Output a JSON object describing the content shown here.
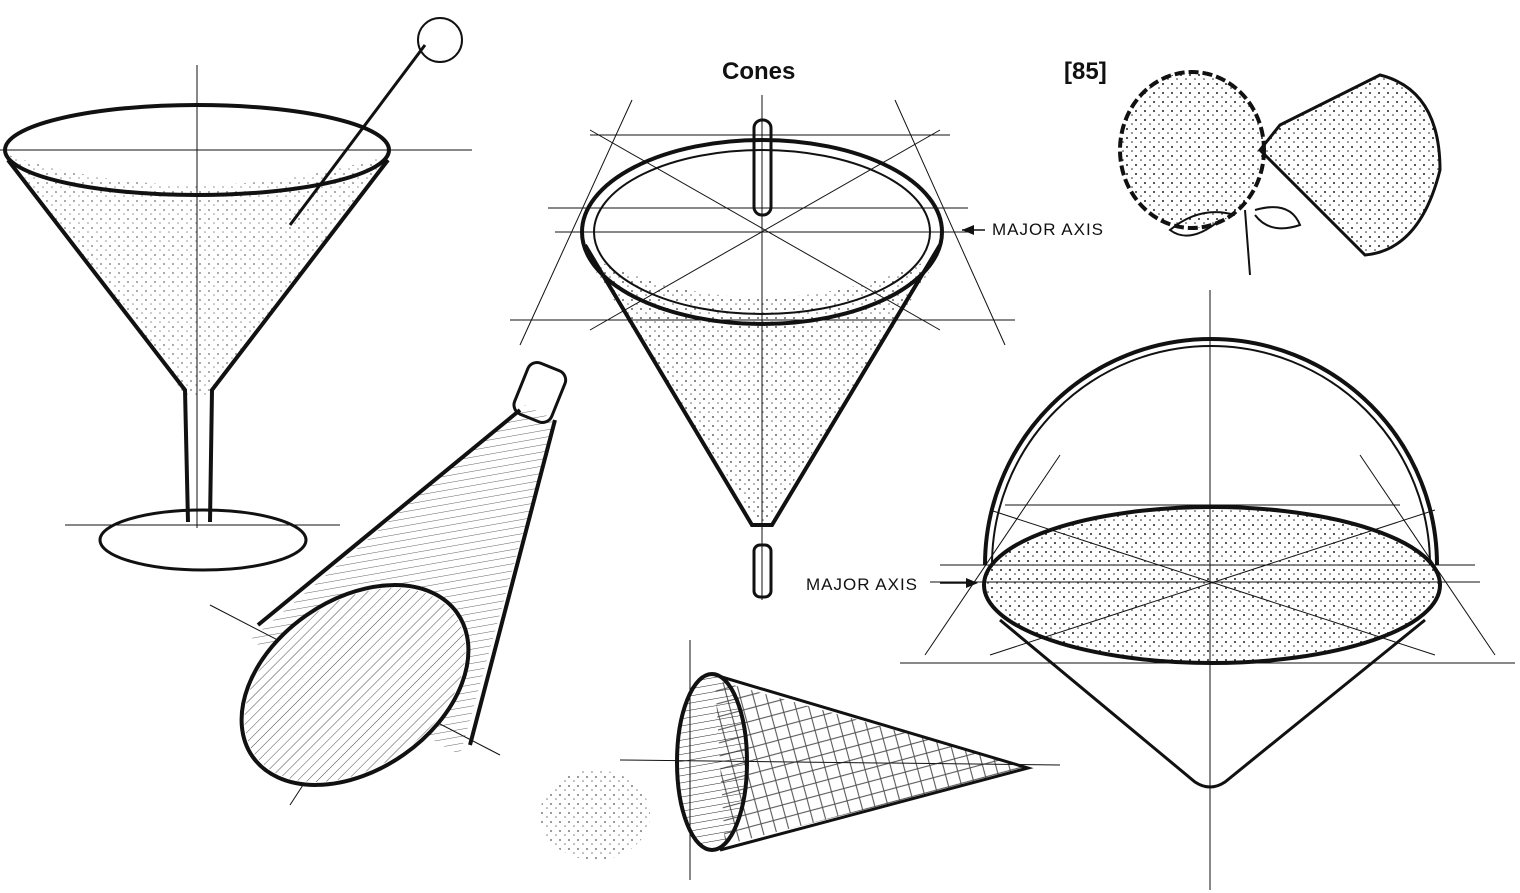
{
  "title": "Cones",
  "page_number": "[85]",
  "labels": {
    "major_axis_top": "MAJOR AXIS",
    "major_axis_bottom": "MAJOR AXIS"
  }
}
